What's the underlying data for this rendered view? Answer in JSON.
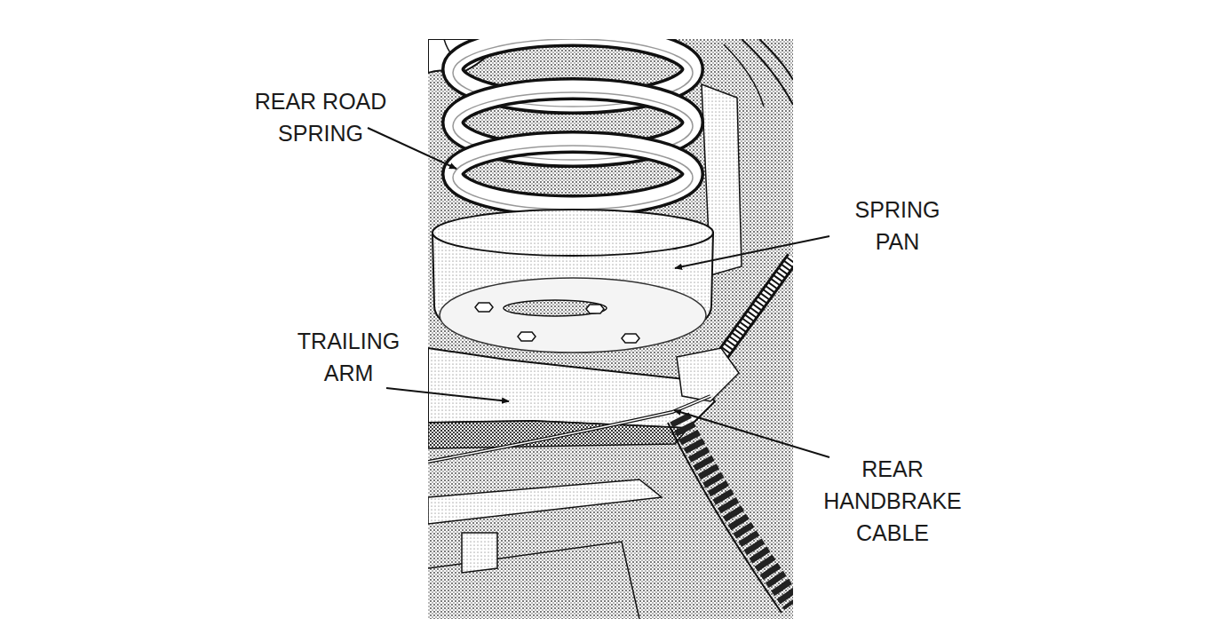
{
  "diagram": {
    "labels": [
      "REAR ROAD SPRING",
      "SPRING PAN",
      "TRAILING ARM",
      "REAR HANDBRAKE CABLE"
    ]
  }
}
